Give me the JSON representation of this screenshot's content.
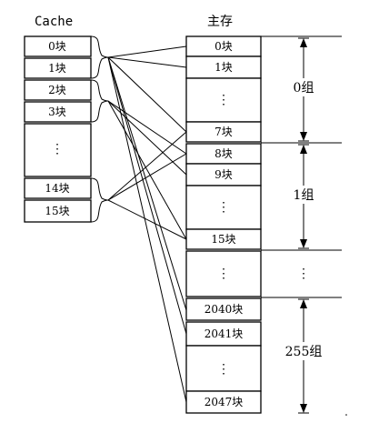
{
  "cache": {
    "title": "Cache",
    "blocks": [
      "0块",
      "1块",
      "2块",
      "3块",
      "⋮",
      "14块",
      "15块"
    ]
  },
  "memory": {
    "title": "主存",
    "blocks": [
      "0块",
      "1块",
      "⋮",
      "7块",
      "8块",
      "9块",
      "⋮",
      "15块",
      "⋮",
      "2040块",
      "2041块",
      "⋮",
      "2047块"
    ]
  },
  "groups": [
    "0组",
    "1组",
    "⋮",
    "255组"
  ]
}
